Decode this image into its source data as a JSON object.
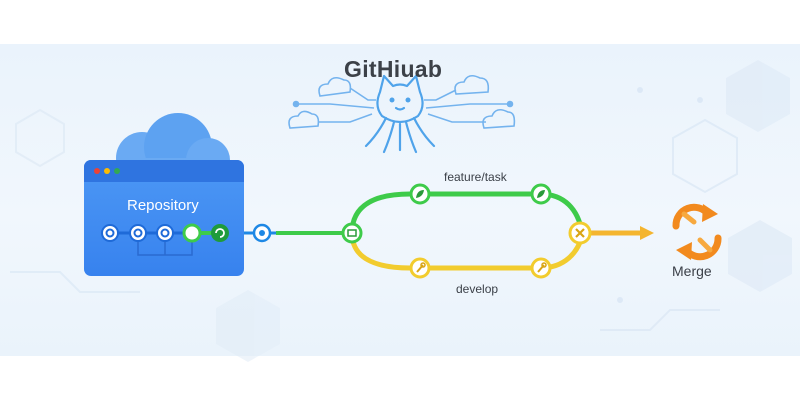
{
  "header": {
    "brand": "GitHiuab"
  },
  "repository": {
    "title": "Repository",
    "window_dots": [
      "#ea4335",
      "#fbbc05",
      "#34a853"
    ]
  },
  "branches": {
    "feature": "feature/task",
    "develop": "develop"
  },
  "merge": {
    "label": "Merge"
  },
  "colors": {
    "main_line": "#1e88e5",
    "feature": "#3ecb4a",
    "develop": "#f2cc2e",
    "merge_arrow": "#f4b52f",
    "merge_icon": "#f28a1e",
    "octocat": "#4fa3ea",
    "window": "#3f8ef3",
    "window_bar": "#2f74e0"
  },
  "icons": {
    "repo_commits": [
      "gear-icon",
      "gear-icon",
      "gear-icon",
      "circle-icon",
      "refresh-icon"
    ],
    "junction": "branch-icon",
    "feature_start": "leaf-icon",
    "feature_end": "leaf-icon",
    "develop_start": "wrench-icon",
    "develop_end": "wrench-icon",
    "merge_point": "cross-icon",
    "merge_symbol": "sync-arrows-icon",
    "mascot": "octocat-icon"
  }
}
